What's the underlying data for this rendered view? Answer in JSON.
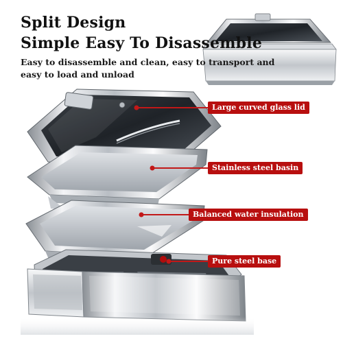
{
  "heading": {
    "line1": "Split Design",
    "line2": "Simple Easy To Disassemble"
  },
  "description": {
    "line1": "Easy to disassemble and clean, easy to transport and",
    "line2": "easy to load and unload"
  },
  "callouts": {
    "lid": "Large curved glass lid",
    "basin": "Stainless steel basin",
    "water": "Balanced water insulation",
    "base": "Pure steel base"
  },
  "colors": {
    "callout_bg": "#b80f0f",
    "callout_text": "#ffffff",
    "heading_text": "#111111"
  }
}
